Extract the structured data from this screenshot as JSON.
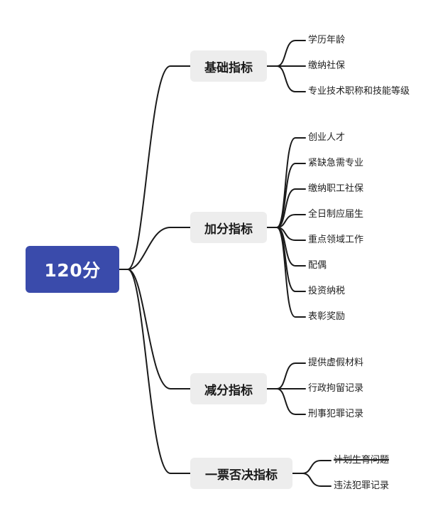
{
  "colors": {
    "root_bg": "#3a4bab",
    "branch_bg": "#ededed",
    "line": "#1a1a1a"
  },
  "root": {
    "label": "120分"
  },
  "branches": [
    {
      "label": "基础指标",
      "items": [
        "学历年龄",
        "缴纳社保",
        "专业技术职称和技能等级"
      ]
    },
    {
      "label": "加分指标",
      "items": [
        "创业人才",
        "紧缺急需专业",
        "缴纳职工社保",
        "全日制应届生",
        "重点领域工作",
        "配偶",
        "投资纳税",
        "表彰奖励"
      ]
    },
    {
      "label": "减分指标",
      "items": [
        "提供虚假材料",
        "行政拘留记录",
        "刑事犯罪记录"
      ]
    },
    {
      "label": "一票否决指标",
      "items": [
        "计划生育问题",
        "违法犯罪记录"
      ]
    }
  ]
}
